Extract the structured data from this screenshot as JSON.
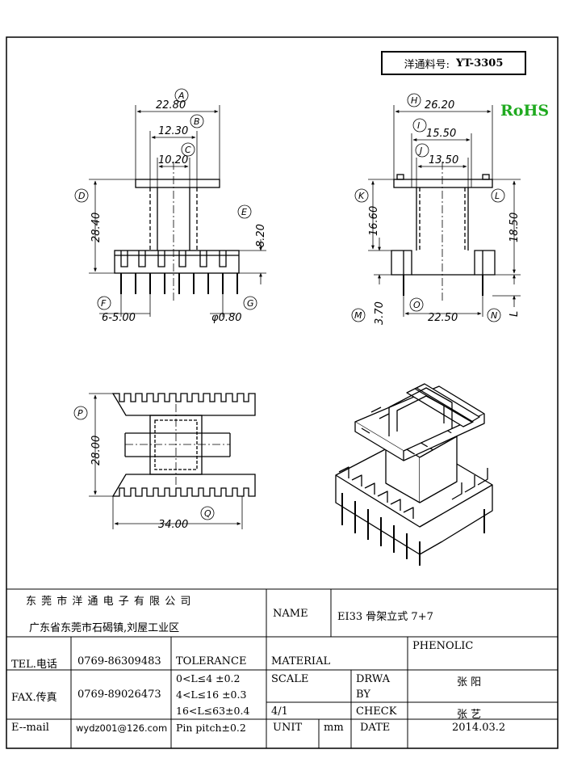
{
  "part_box": {
    "label": "洋通料号:",
    "value": "YT-3305"
  },
  "rohs": "RoHS",
  "dims": {
    "A": "22.80",
    "B": "12.30",
    "C": "10.20",
    "D": "28.40",
    "E": "8.20",
    "F": "6-5.00",
    "G": "φ0.80",
    "H": "26.20",
    "I": "15.50",
    "J": "13.50",
    "K": "16.60",
    "L": "18.50",
    "M": "3.70",
    "N": "L",
    "O": "22.50",
    "P": "28.00",
    "Q": "34.00"
  },
  "title_block": {
    "company": "东 莞 市 洋 通 电 子 有 限 公 司",
    "address": "广东省东莞市石碣镇,刘屋工业区",
    "name_label": "NAME",
    "name_value": "EI33 骨架立式 7+7",
    "tel_label": "TEL.电话",
    "tel_value": "0769-86309483",
    "fax_label": "FAX.传真",
    "fax_value": "0769-89026473",
    "email_label": "E--mail",
    "email_value": "wydz001@126.com",
    "tolerance_label": "TOLERANCE",
    "tol_1": "0<L≤4   ±0.2",
    "tol_2": "4<L≤16  ±0.3",
    "tol_3": "16<L≤63±0.4",
    "tol_4": "Pin pitch±0.2",
    "material_label": "MATERIAL",
    "material_value": "PHENOLIC",
    "scale_label": "SCALE",
    "scale_value": "4/1",
    "drawn_label_1": "DRWA",
    "drawn_label_2": "BY",
    "drawn_value": "张 阳",
    "check_label": "CHECK",
    "check_value": "张 艺",
    "unit_label": "UNIT",
    "unit_value": "mm",
    "date_label": "DATE",
    "date_value": "2014.03.2"
  }
}
